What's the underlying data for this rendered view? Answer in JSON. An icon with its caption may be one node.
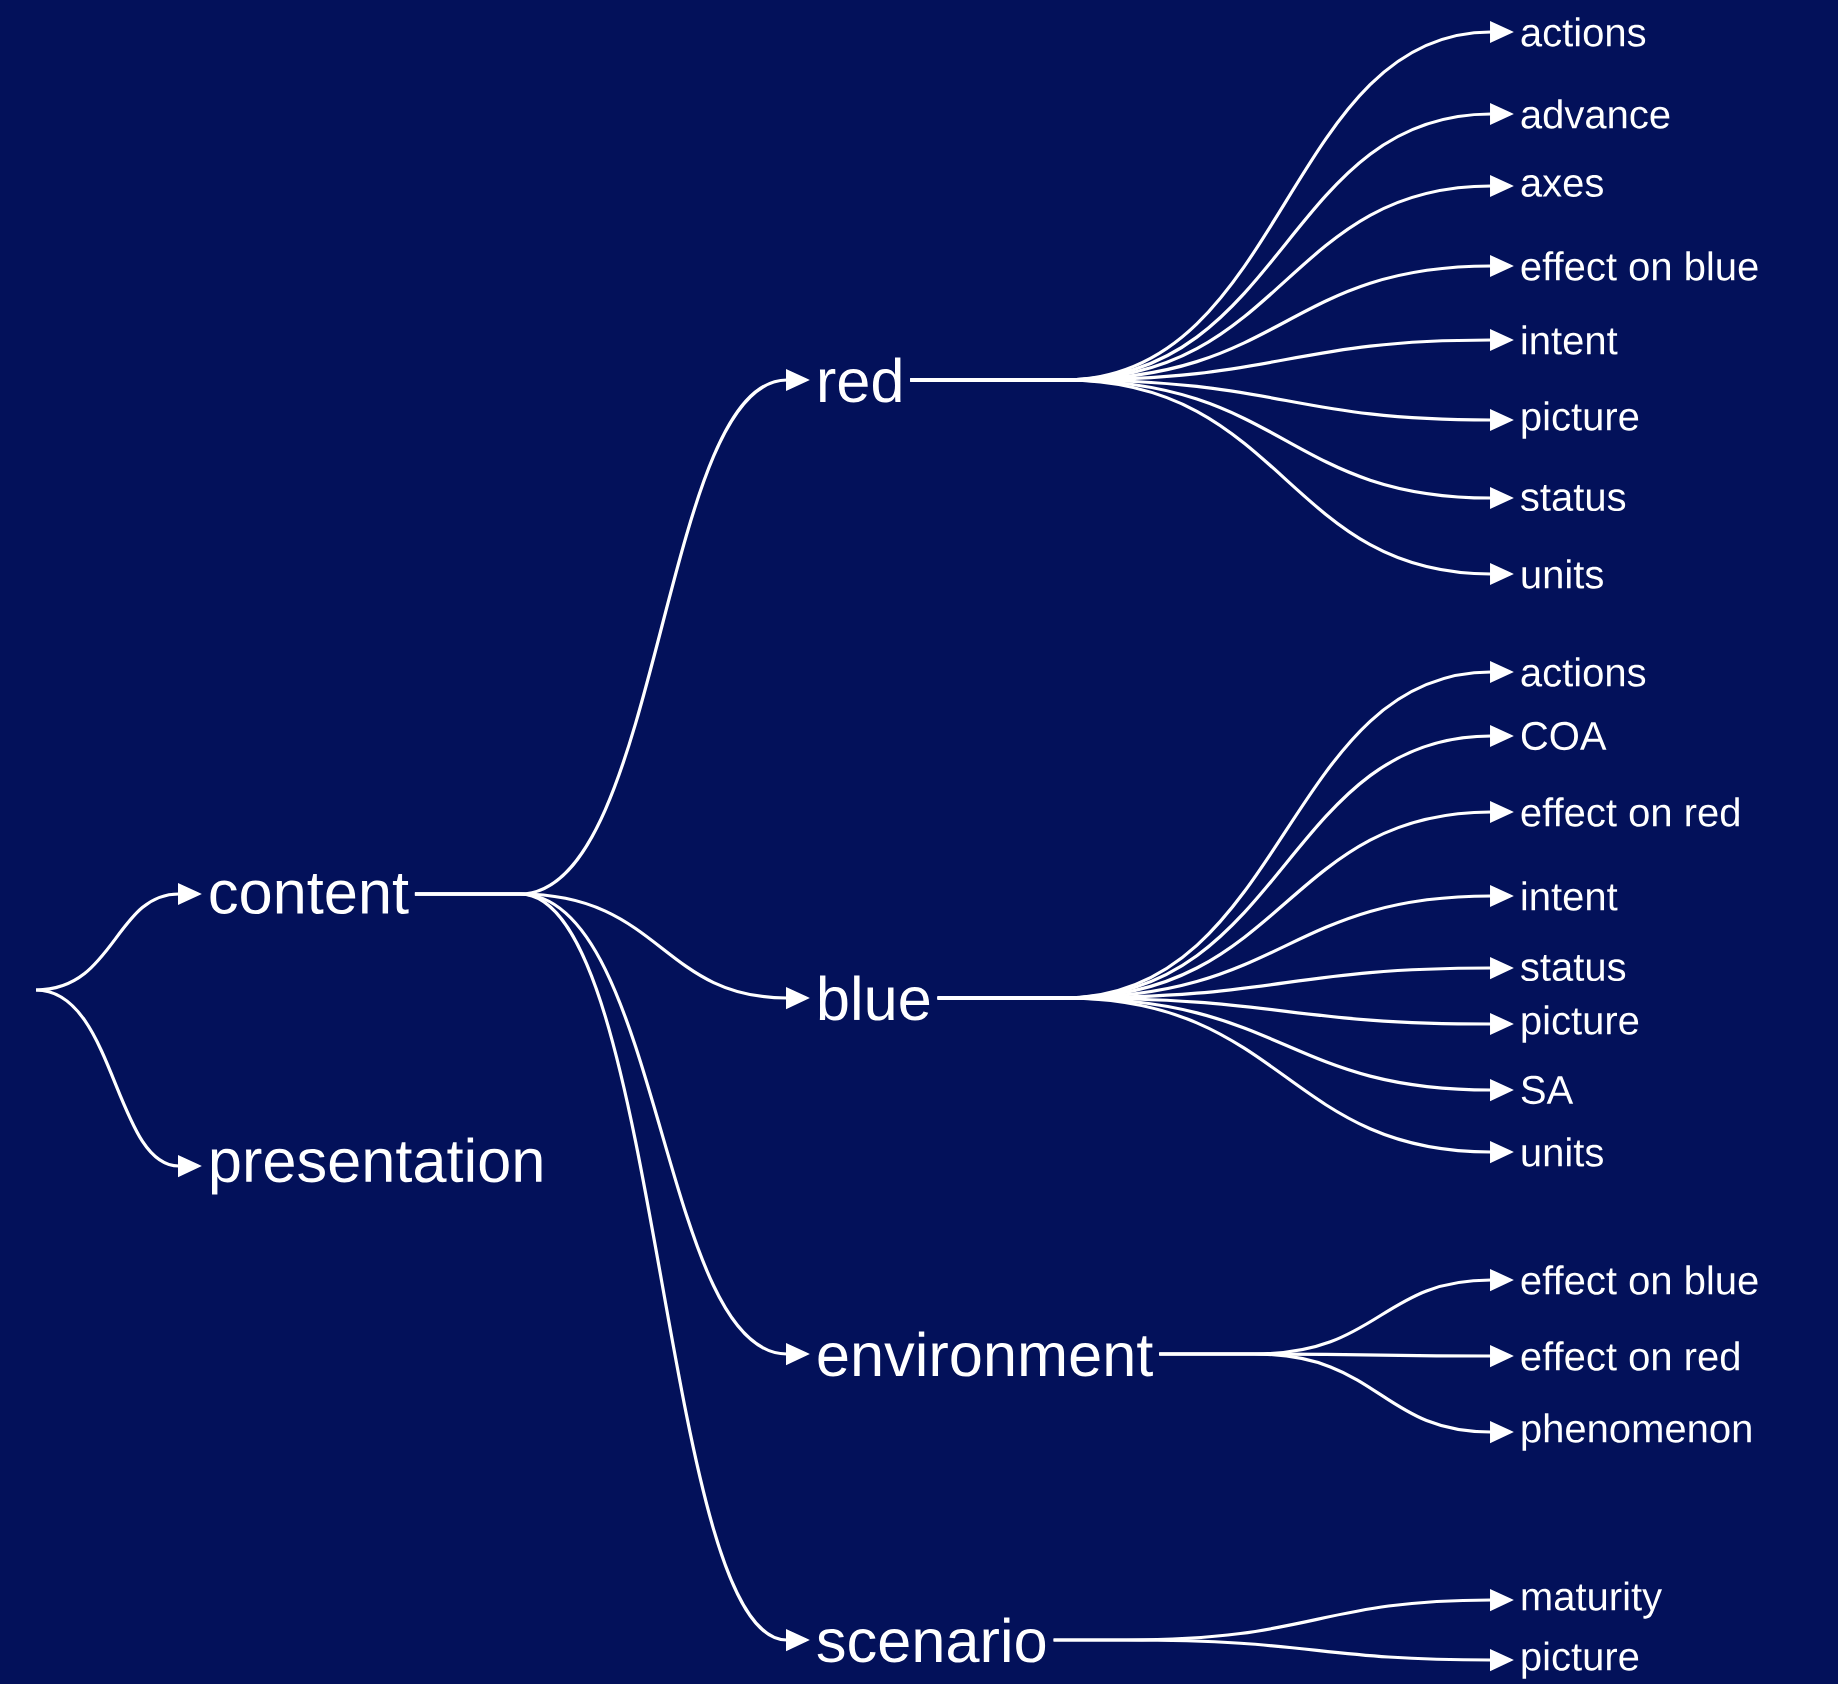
{
  "diagram": {
    "nodes": [
      {
        "text": [
          "content"
        ]
      },
      {
        "text": [
          "presentation"
        ]
      },
      {
        "text": [
          "red"
        ]
      },
      {
        "text": [
          "blue"
        ]
      },
      {
        "text": [
          "environment"
        ]
      },
      {
        "text": [
          "scenario"
        ]
      },
      {
        "text": [
          "actions"
        ]
      },
      {
        "text": [
          "advance"
        ]
      },
      {
        "text": [
          "axes"
        ]
      },
      {
        "text": [
          "effect on blue"
        ]
      },
      {
        "text": [
          "intent"
        ]
      },
      {
        "text": [
          "picture"
        ]
      },
      {
        "text": [
          "status"
        ]
      },
      {
        "text": [
          "units"
        ]
      },
      {
        "text": [
          "actions"
        ]
      },
      {
        "text": [
          "COA"
        ]
      },
      {
        "text": [
          "effect on red"
        ]
      },
      {
        "text": [
          "intent"
        ]
      },
      {
        "text": [
          "status"
        ]
      },
      {
        "text": [
          "picture"
        ]
      },
      {
        "text": [
          "SA"
        ]
      },
      {
        "text": [
          "units"
        ]
      },
      {
        "text": [
          "effect on blue"
        ]
      },
      {
        "text": [
          "effect on red"
        ]
      },
      {
        "text": [
          "phenomenon"
        ]
      },
      {
        "text": [
          "maturity"
        ]
      },
      {
        "text": [
          "picture"
        ]
      }
    ],
    "edges": [
      {
        "from": null,
        "to": 0,
        "arrow": "to"
      },
      {
        "from": null,
        "to": 1,
        "arrow": "to"
      },
      {
        "from": 0,
        "to": 2,
        "arrow": "to"
      },
      {
        "from": 0,
        "to": 3,
        "arrow": "to"
      },
      {
        "from": 0,
        "to": 4,
        "arrow": "to"
      },
      {
        "from": 0,
        "to": 5,
        "arrow": "to"
      },
      {
        "from": 2,
        "to": 6,
        "arrow": "to"
      },
      {
        "from": 2,
        "to": 7,
        "arrow": "to"
      },
      {
        "from": 2,
        "to": 8,
        "arrow": "to"
      },
      {
        "from": 2,
        "to": 9,
        "arrow": "to"
      },
      {
        "from": 2,
        "to": 10,
        "arrow": "to"
      },
      {
        "from": 2,
        "to": 11,
        "arrow": "to"
      },
      {
        "from": 2,
        "to": 12,
        "arrow": "to"
      },
      {
        "from": 2,
        "to": 13,
        "arrow": "to"
      },
      {
        "from": 3,
        "to": 14,
        "arrow": "to"
      },
      {
        "from": 3,
        "to": 15,
        "arrow": "to"
      },
      {
        "from": 3,
        "to": 16,
        "arrow": "to"
      },
      {
        "from": 3,
        "to": 17,
        "arrow": "to"
      },
      {
        "from": 3,
        "to": 18,
        "arrow": "to"
      },
      {
        "from": 3,
        "to": 19,
        "arrow": "to"
      },
      {
        "from": 3,
        "to": 20,
        "arrow": "to"
      },
      {
        "from": 3,
        "to": 21,
        "arrow": "to"
      },
      {
        "from": 4,
        "to": 22,
        "arrow": "to"
      },
      {
        "from": 4,
        "to": 23,
        "arrow": "to"
      },
      {
        "from": 4,
        "to": 24,
        "arrow": "to"
      },
      {
        "from": 5,
        "to": 25,
        "arrow": "to"
      },
      {
        "from": 5,
        "to": 26,
        "arrow": "to"
      }
    ]
  }
}
